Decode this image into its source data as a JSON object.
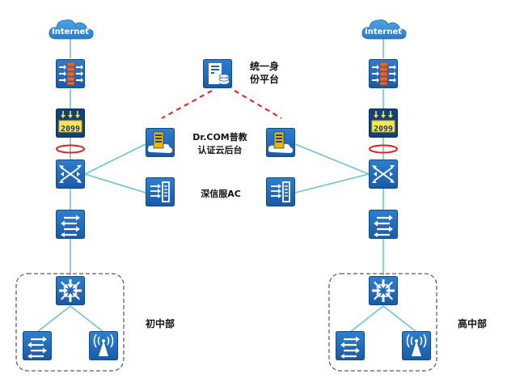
{
  "colors": {
    "device_blue": "#1f66b8",
    "device_blue_dark": "#14508f",
    "link_line": "#6fc3cf",
    "dashed_red": "#e02020",
    "ring_red": "#e02020",
    "cloud": "#3a8fd6",
    "server_accent": "#f0b400",
    "firewall_orange": "#e8662a",
    "lcd_yellow": "#f7e65a",
    "group_border": "#333333"
  },
  "labels": {
    "identity_platform": [
      "统一身",
      "份平台"
    ],
    "drcom_backend": [
      "Dr.COM普教",
      "认证云后台"
    ],
    "sangfor_ac": "深信服AC",
    "junior_high": "初中部",
    "senior_high": "高中部"
  },
  "left_stack": {
    "internet_label": "Internet",
    "lcd_value": "2099"
  },
  "right_stack": {
    "internet_label": "Internet",
    "lcd_value": "2099"
  },
  "icons": {
    "cloud": "cloud-icon",
    "firewall": "firewall-icon",
    "flow_control": "flow-control-icon",
    "core_switch": "core-switch-icon",
    "switch": "switch-icon",
    "convergence_switch": "convergence-switch-icon",
    "wireless_ap": "wireless-ap-icon",
    "server": "server-icon",
    "ac_controller": "ac-controller-icon",
    "identity_server": "identity-server-icon"
  }
}
